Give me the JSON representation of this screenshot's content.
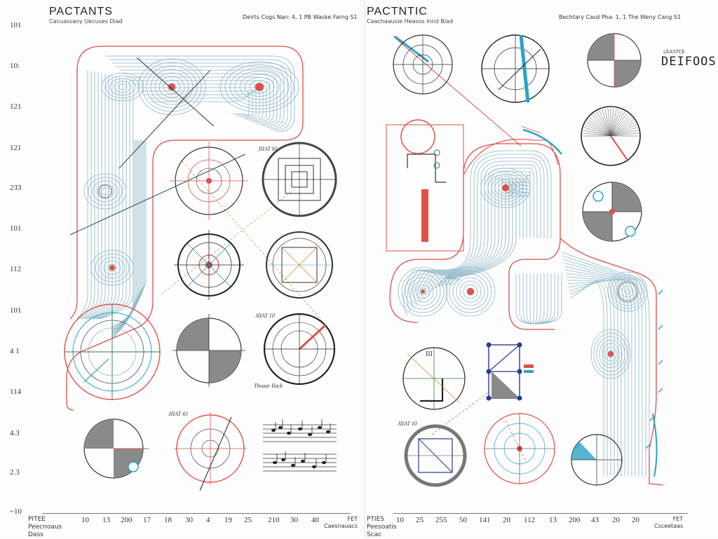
{
  "left": {
    "title": "PACTANTS",
    "subtitle": "Cacuassany Uecuses Diad",
    "header_note": "Deirts Cogs Nan: 4, 1 PB Waske Farng S1",
    "y_ticks": [
      "101",
      "10:",
      "121",
      "121",
      "233",
      "101",
      "112",
      "101",
      "4 1",
      "114",
      "4.3",
      "2.3",
      "~10"
    ],
    "x_ticks": [
      "10",
      "13",
      "200",
      "17",
      "18",
      "30",
      "4",
      "19",
      "25",
      "210",
      "30",
      "40"
    ],
    "footer_left": [
      "PITEE",
      "Peecnoaus",
      "Dass"
    ],
    "footer_right": [
      "FET",
      "Caesnauacs"
    ],
    "dial_tags": [
      "JIIAT 81",
      "JIIAT 10",
      "JIIAT 43"
    ],
    "dial_caption": "Theaar Ilack"
  },
  "right": {
    "title": "PACTNTIC",
    "subtitle": "Caachaausie Heasos Innd Biad",
    "header_note": "Bechtary Casd Pha: 1, 1 The Weny Cang S1",
    "side_title": "DEIFOOS",
    "side_sub": "LEASTCE",
    "x_ticks": [
      "10",
      "25",
      "255",
      "50",
      "141",
      "20",
      "112",
      "13",
      "200",
      "43",
      "20",
      "20"
    ],
    "footer_left": [
      "PTIES",
      "Peesoatis",
      "Scac"
    ],
    "footer_right": [
      "FET",
      "Csceetaas"
    ],
    "dial_tags": [
      "JIIAT 10",
      "III"
    ]
  },
  "colors": {
    "accent_red": "#e0504a",
    "contour": "#8fb7c9",
    "teal": "#2aa3c8",
    "ink": "#222222"
  }
}
